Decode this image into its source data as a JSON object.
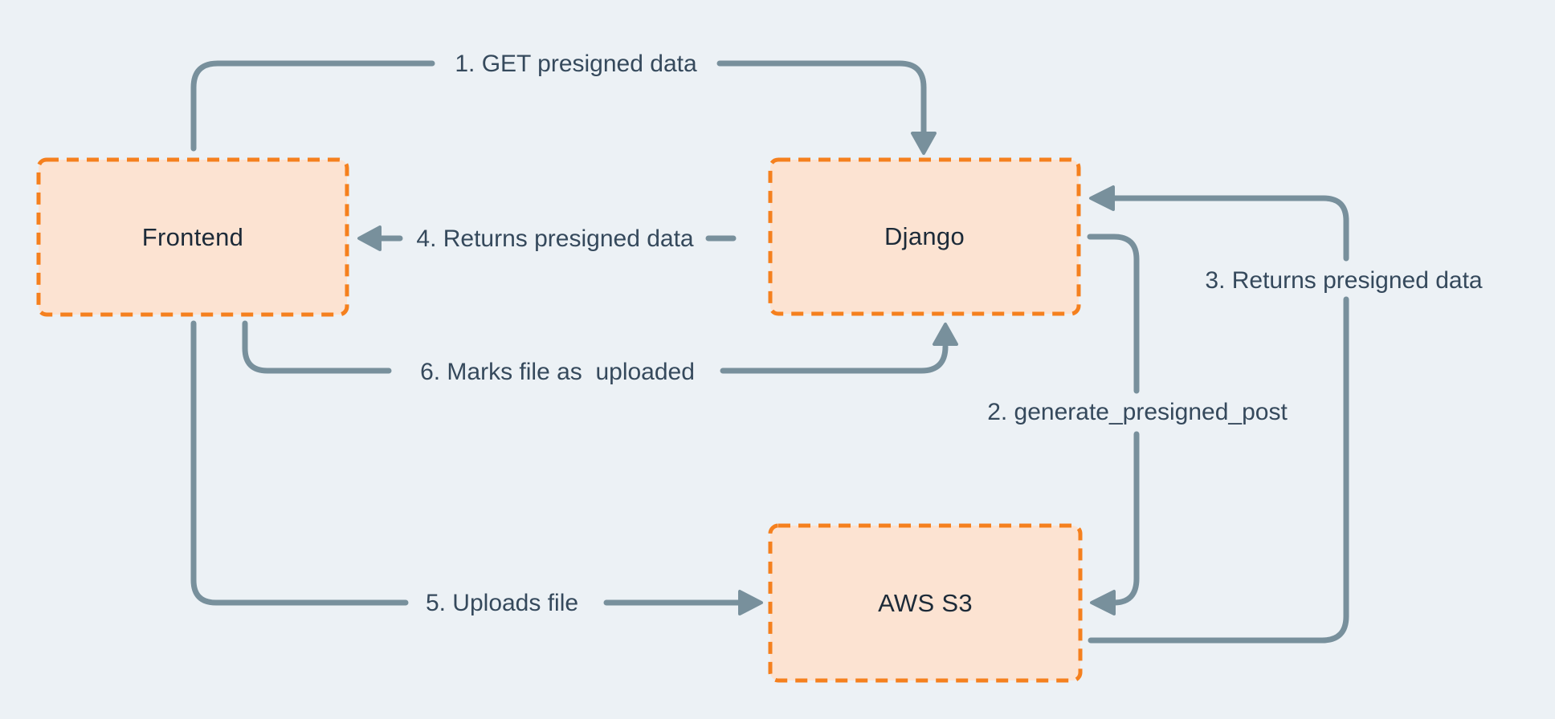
{
  "diagram": {
    "colors": {
      "page_bg": "#ecf1f5",
      "edge_color": "#78909c",
      "node_fill": "#fce3d2",
      "node_border": "#f5801e",
      "node_text": "#1c2a38",
      "edge_text": "#35495c"
    },
    "nodes": [
      {
        "id": "frontend",
        "label": "Frontend"
      },
      {
        "id": "django",
        "label": "Django"
      },
      {
        "id": "aws-s3",
        "label": "AWS S3"
      }
    ],
    "edges": [
      {
        "label": "1. GET presigned data",
        "from": "Frontend",
        "to": "Django"
      },
      {
        "label": "2. generate_presigned_post",
        "from": "Django",
        "to": "AWS S3"
      },
      {
        "label": "3. Returns presigned data",
        "from": "AWS S3",
        "to": "Django"
      },
      {
        "label": "4. Returns presigned data",
        "from": "Django",
        "to": "Frontend"
      },
      {
        "label": "5. Uploads file",
        "from": "Frontend",
        "to": "AWS S3"
      },
      {
        "label": "6. Marks file as  uploaded",
        "from": "Frontend",
        "to": "Django"
      }
    ]
  }
}
